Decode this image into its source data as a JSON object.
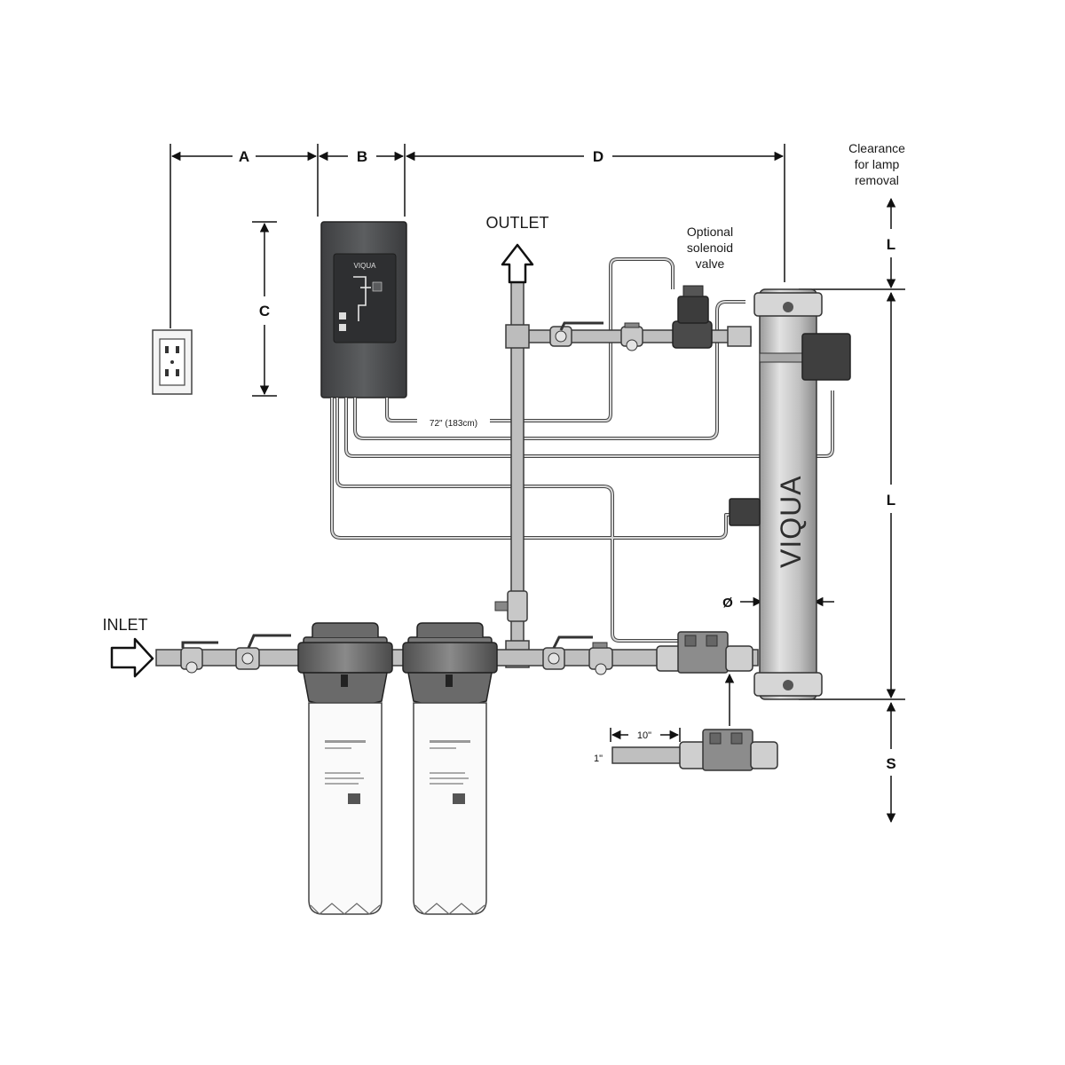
{
  "dimensions": {
    "a": "A",
    "b": "B",
    "c": "C",
    "d": "D",
    "l_top": "L",
    "l_main": "L",
    "s": "S",
    "diameter": "Ø"
  },
  "labels": {
    "clearance_line1": "Clearance",
    "clearance_line2": "for lamp",
    "clearance_line3": "removal",
    "outlet": "OUTLET",
    "inlet": "INLET",
    "solenoid_line1": "Optional",
    "solenoid_line2": "solenoid",
    "solenoid_line3": "valve",
    "cord_length": "72\" (183cm)",
    "pipe_size": "1\"",
    "sensor_length": "10\""
  },
  "branding": {
    "controller_logo": "VIQUA",
    "reactor_logo": "VIQUA"
  },
  "colors": {
    "pipe_fill": "#bfbfbf",
    "pipe_stroke": "#3a3a3a",
    "controller": "#555759",
    "reactor": "#c4c4c4",
    "filter_head": "#6a6a6a"
  }
}
